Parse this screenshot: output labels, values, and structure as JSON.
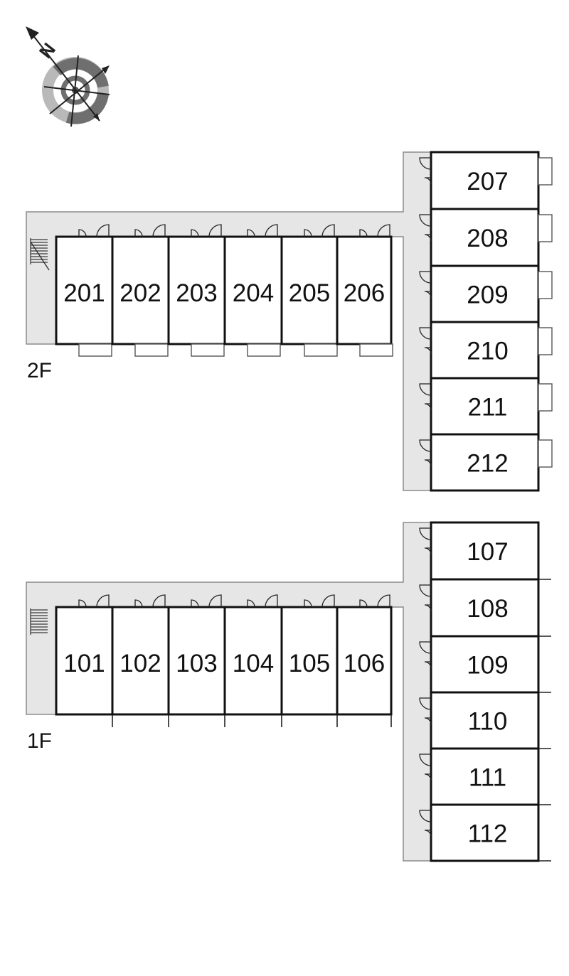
{
  "compass": {
    "north_label": "N",
    "icon": "compass-rose-icon"
  },
  "floors": [
    {
      "label": "2F",
      "horizontal_rooms": [
        "201",
        "202",
        "203",
        "204",
        "205",
        "206"
      ],
      "vertical_rooms": [
        "207",
        "208",
        "209",
        "210",
        "211",
        "212"
      ]
    },
    {
      "label": "1F",
      "horizontal_rooms": [
        "101",
        "102",
        "103",
        "104",
        "105",
        "106"
      ],
      "vertical_rooms": [
        "107",
        "108",
        "109",
        "110",
        "111",
        "112"
      ]
    }
  ],
  "colors": {
    "corridor": "#e6e6e6",
    "corridor_outline": "#8c8c8c",
    "wall": "#111111",
    "room_fill": "#ffffff",
    "compass_dark": "#6f6f6f",
    "compass_light": "#b9b9b9"
  }
}
